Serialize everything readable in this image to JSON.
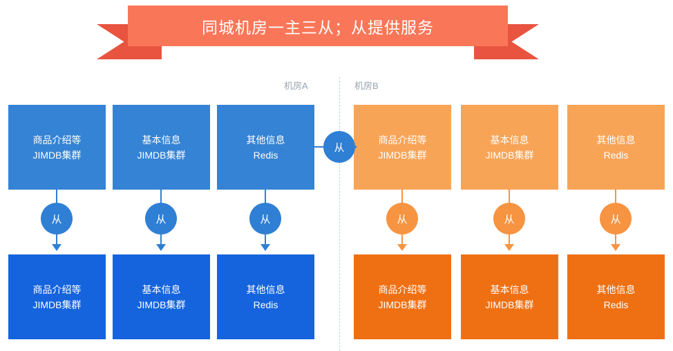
{
  "banner": {
    "title": "同城机房一主三从；从提供服务",
    "band_color": "#fa7659",
    "tail_color": "#e8543f"
  },
  "zones": {
    "a_label": "机房A",
    "b_label": "机房B"
  },
  "colors": {
    "blue_light": "#3583d4",
    "blue_dark": "#1564de",
    "orange_light": "#f8a457",
    "orange_dark": "#ef7013",
    "blue_connector": "#2f7fd4",
    "orange_connector": "#f79442",
    "divider": "#bcd2e8",
    "zone_label": "#9aa4b0"
  },
  "nodes": {
    "zone_a_top": [
      {
        "line1": "商品介绍等",
        "line2": "JIMDB集群"
      },
      {
        "line1": "基本信息",
        "line2": "JIMDB集群"
      },
      {
        "line1": "其他信息",
        "line2": "Redis"
      }
    ],
    "zone_a_bottom": [
      {
        "line1": "商品介绍等",
        "line2": "JIMDB集群"
      },
      {
        "line1": "基本信息",
        "line2": "JIMDB集群"
      },
      {
        "line1": "其他信息",
        "line2": "Redis"
      }
    ],
    "zone_b_top": [
      {
        "line1": "商品介绍等",
        "line2": "JIMDB集群"
      },
      {
        "line1": "基本信息",
        "line2": "JIMDB集群"
      },
      {
        "line1": "其他信息",
        "line2": "Redis"
      }
    ],
    "zone_b_bottom": [
      {
        "line1": "商品介绍等",
        "line2": "JIMDB集群"
      },
      {
        "line1": "基本信息",
        "line2": "JIMDB集群"
      },
      {
        "line1": "其他信息",
        "line2": "Redis"
      }
    ]
  },
  "connectors": {
    "replica_label": "从",
    "vertical": [
      {
        "zone": "a",
        "index": 0,
        "label": "从"
      },
      {
        "zone": "a",
        "index": 1,
        "label": "从"
      },
      {
        "zone": "a",
        "index": 2,
        "label": "从"
      },
      {
        "zone": "b",
        "index": 0,
        "label": "从"
      },
      {
        "zone": "b",
        "index": 1,
        "label": "从"
      },
      {
        "zone": "b",
        "index": 2,
        "label": "从"
      }
    ],
    "cross_zone": {
      "label": "从",
      "from": "zone_a_top.2",
      "to": "zone_b_top.0"
    }
  }
}
